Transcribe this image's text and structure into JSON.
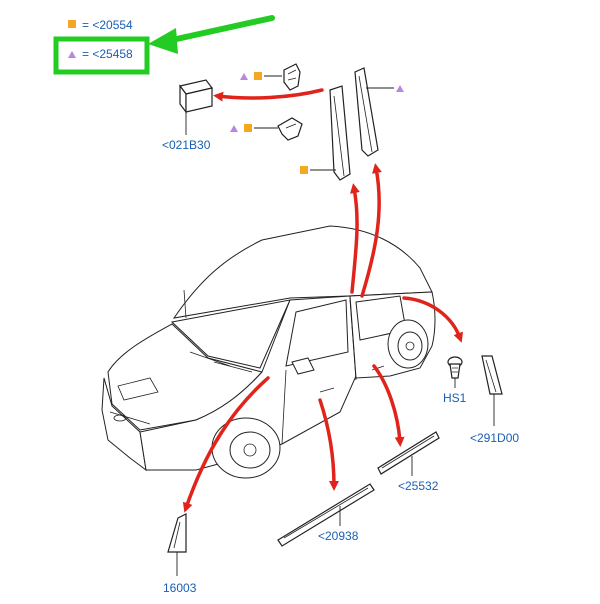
{
  "legend": {
    "square_label": "= <20554",
    "triangle_label": "= <25458"
  },
  "callouts": {
    "block": "<021B30",
    "hs1": "HS1",
    "wedge": "<291D00",
    "strip_upper": "<25532",
    "strip_lower": "<20938",
    "triangle_trim": "16003"
  },
  "colors": {
    "square_marker": "#f5a623",
    "triangle_marker": "#b987e0",
    "arrow": "#e0241b",
    "highlight_box": "#22cc22",
    "label_text": "#1a5fb4"
  }
}
